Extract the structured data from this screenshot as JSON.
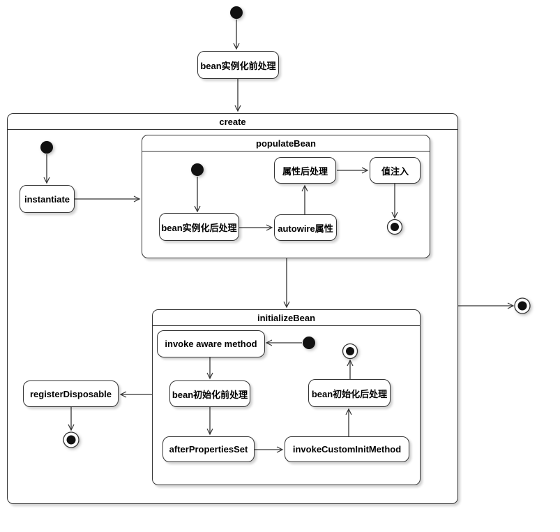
{
  "containers": {
    "create": "create",
    "populate_bean": "populateBean",
    "initialize_bean": "initializeBean"
  },
  "activities": {
    "pre_instantiate": "bean实例化前处理",
    "instantiate": "instantiate",
    "post_instantiate": "bean实例化后处理",
    "autowire": "autowire属性",
    "property_post_process": "属性后处理",
    "value_inject": "值注入",
    "invoke_aware": "invoke aware method",
    "pre_init": "bean初始化前处理",
    "after_properties_set": "afterPropertiesSet",
    "invoke_custom_init": "invokeCustomInitMethod",
    "post_init": "bean初始化后处理",
    "register_disposable": "registerDisposable"
  },
  "colors": {
    "stroke": "#333333",
    "node_fill": "#ffffff",
    "state_fill": "#111111",
    "background": "#ffffff"
  }
}
